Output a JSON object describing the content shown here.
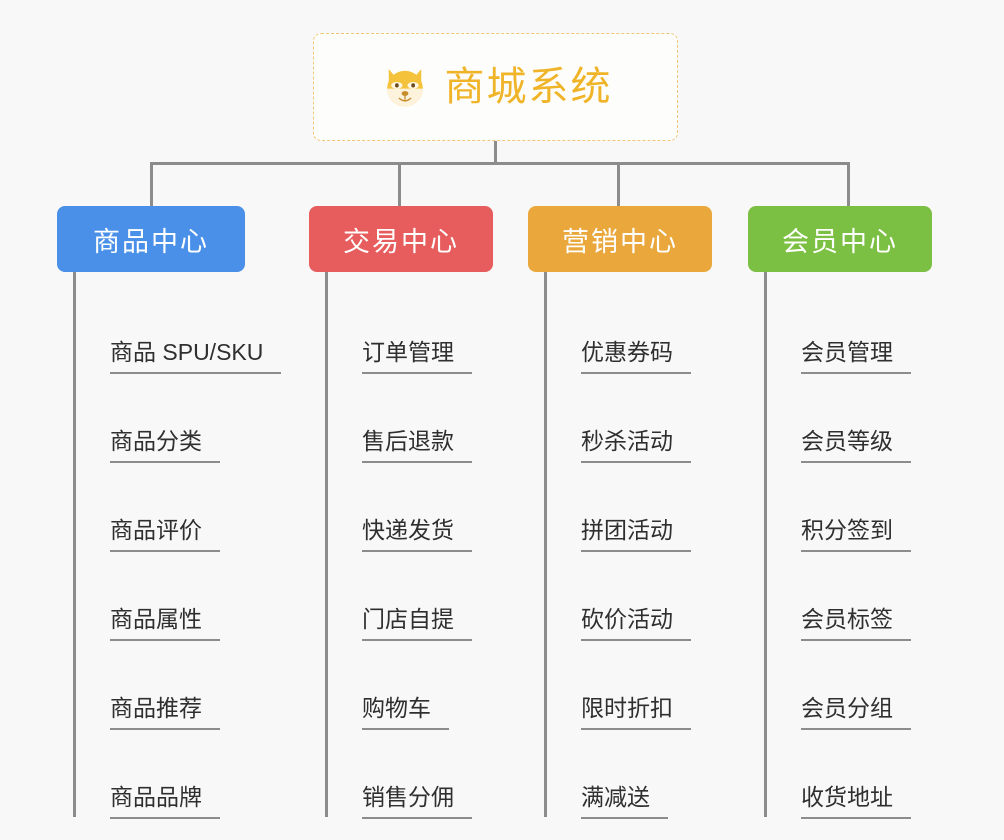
{
  "page": {
    "background_color": "#f8f8f8",
    "line_color": "#8c8c8c",
    "text_color": "#2f2f2f"
  },
  "root": {
    "title": "商城系统",
    "icon": "dog-face-emoji",
    "icon_glyph": "🐶",
    "accent_color": "#f0b429",
    "border_color": "#f0c674"
  },
  "columns": [
    {
      "id": "product-center",
      "label": "商品中心",
      "color": "#4a90e8",
      "items": [
        "商品 SPU/SKU",
        "商品分类",
        "商品评价",
        "商品属性",
        "商品推荐",
        "商品品牌"
      ]
    },
    {
      "id": "trade-center",
      "label": "交易中心",
      "color": "#e75c5c",
      "items": [
        "订单管理",
        "售后退款",
        "快递发货",
        "门店自提",
        "购物车",
        "销售分佣"
      ]
    },
    {
      "id": "marketing-center",
      "label": "营销中心",
      "color": "#eaa83c",
      "items": [
        "优惠券码",
        "秒杀活动",
        "拼团活动",
        "砍价活动",
        "限时折扣",
        "满减送"
      ]
    },
    {
      "id": "member-center",
      "label": "会员中心",
      "color": "#7cc043",
      "items": [
        "会员管理",
        "会员等级",
        "积分签到",
        "会员标签",
        "会员分组",
        "收货地址"
      ]
    }
  ]
}
